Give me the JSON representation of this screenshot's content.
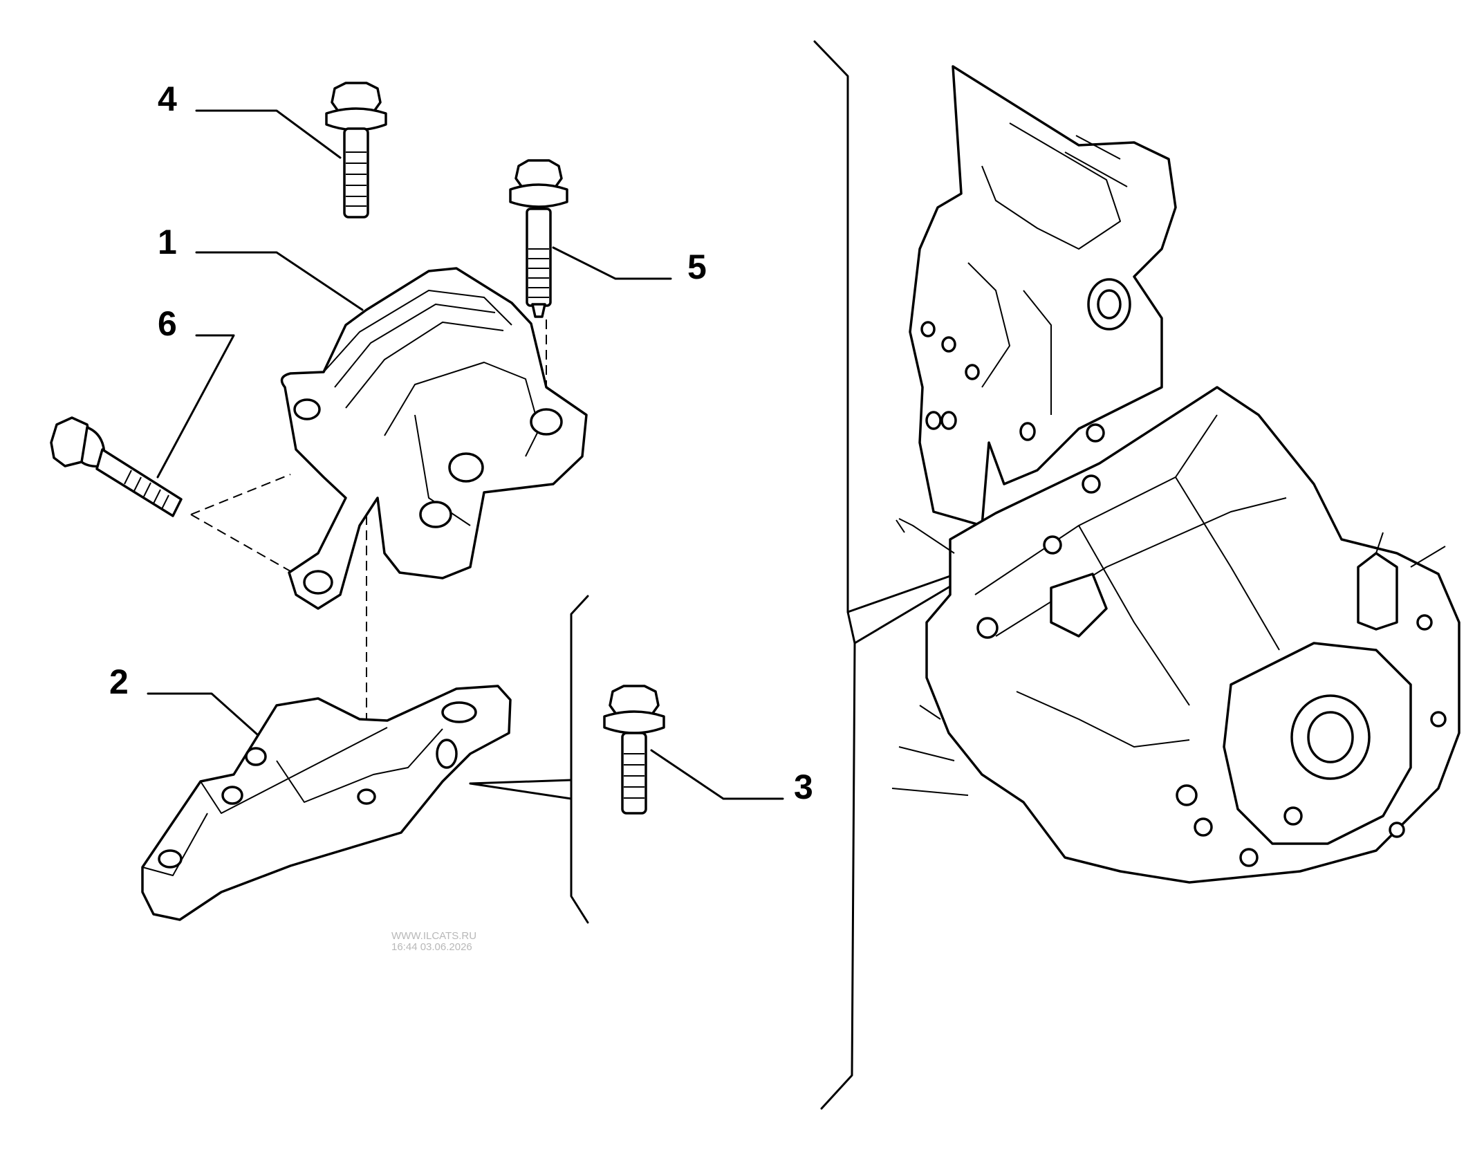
{
  "callouts": [
    {
      "id": "part-1",
      "label": "1"
    },
    {
      "id": "part-2",
      "label": "2"
    },
    {
      "id": "part-3",
      "label": "3"
    },
    {
      "id": "part-4",
      "label": "4"
    },
    {
      "id": "part-5",
      "label": "5"
    },
    {
      "id": "part-6",
      "label": "6"
    }
  ],
  "watermark": {
    "site": "WWW.ILCATS.RU",
    "timestamp": "16:44 03.06.2026"
  }
}
